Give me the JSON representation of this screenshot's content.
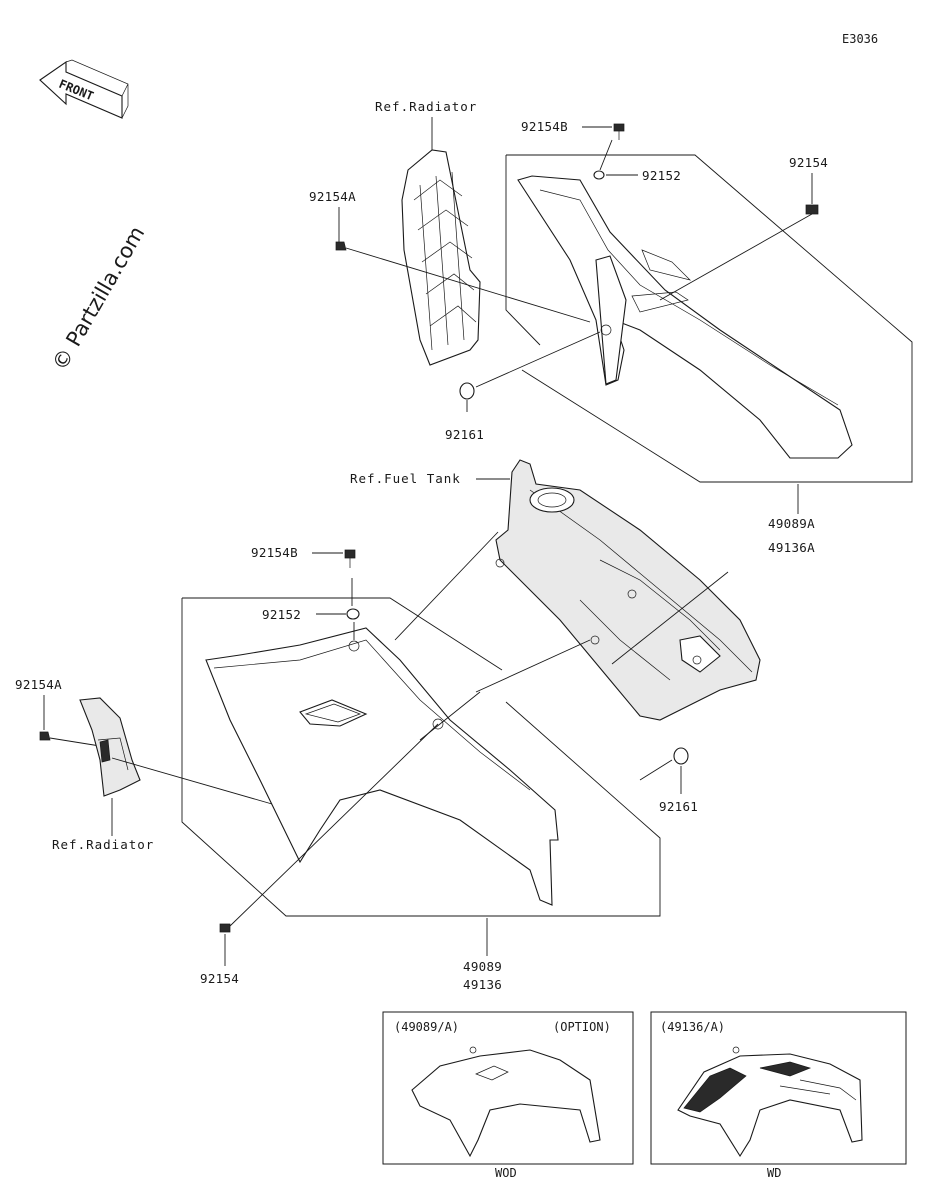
{
  "diagram_code": "E3036",
  "watermark": "© Partzilla.com",
  "direction_arrow": {
    "label": "FRONT",
    "icon": "front-arrow-icon"
  },
  "references": {
    "radiator_upper": "Ref.Radiator",
    "fuel_tank": "Ref.Fuel Tank",
    "radiator_lower": "Ref.Radiator"
  },
  "callouts": {
    "upper_92154B": "92154B",
    "upper_92152": "92152",
    "upper_92154": "92154",
    "upper_92154A": "92154A",
    "upper_92161": "92161",
    "upper_assy_1": "49089A",
    "upper_assy_2": "49136A",
    "lower_92154B": "92154B",
    "lower_92152": "92152",
    "lower_92154A": "92154A",
    "lower_92161": "92161",
    "lower_92154": "92154",
    "lower_assy_1": "49089",
    "lower_assy_2": "49136"
  },
  "variant_panels": [
    {
      "code": "(49089/A)",
      "note": "(OPTION)",
      "caption": "WOD"
    },
    {
      "code": "(49136/A)",
      "note": "",
      "caption": "WD"
    }
  ]
}
